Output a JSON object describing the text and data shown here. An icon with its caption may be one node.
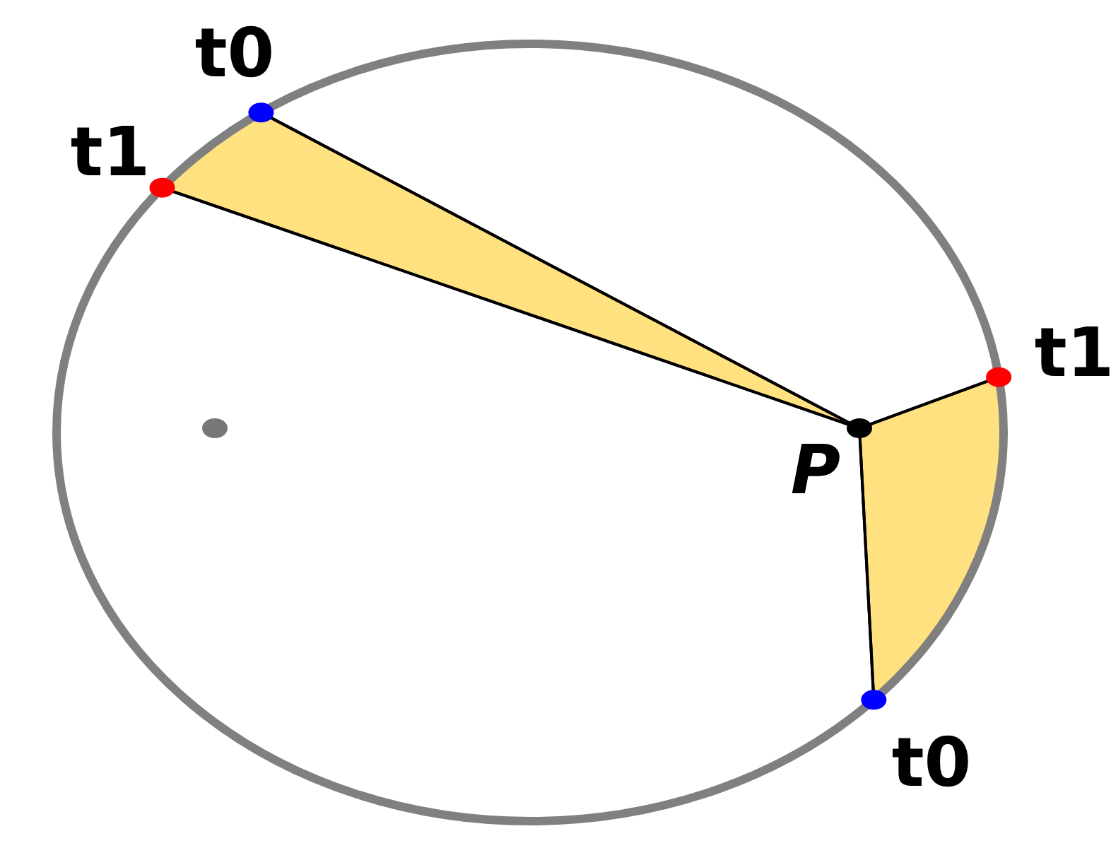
{
  "diagram": {
    "nodes": [
      {
        "text": [],
        "shape": "circle",
        "beside": [
          "t0"
        ]
      },
      {
        "text": [],
        "shape": "circle",
        "beside": [
          "t1"
        ]
      },
      {
        "text": [],
        "shape": "circle",
        "beside": [
          "t1"
        ]
      },
      {
        "text": [],
        "shape": "circle",
        "beside": [
          "P"
        ]
      },
      {
        "text": [],
        "shape": "circle",
        "beside": [
          "t0"
        ]
      }
    ],
    "edges": [
      {
        "from": 3,
        "to": 0,
        "arrow": "none"
      },
      {
        "from": 3,
        "to": 1,
        "arrow": "none"
      },
      {
        "from": 3,
        "to": 2,
        "arrow": "none"
      },
      {
        "from": 3,
        "to": 4,
        "arrow": "none"
      }
    ]
  }
}
